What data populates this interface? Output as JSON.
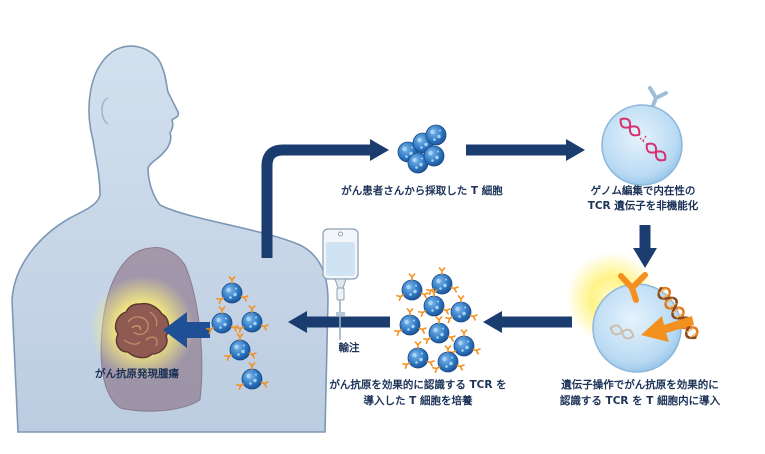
{
  "labels": {
    "collected_cells": "がん患者さんから採取した T 細胞",
    "genome_edit": [
      "ゲノム編集で内在性の",
      "TCR 遺伝子を非機能化"
    ],
    "gene_transfer": [
      "遺伝子操作でがん抗原を効果的に",
      "認識する TCR を T 細胞内に導入"
    ],
    "culture": [
      "がん抗原を効果的に認識する TCR を",
      "導入した T 細胞を培養"
    ],
    "infusion": "輸注",
    "tumor": "がん抗原発現腫瘍"
  },
  "colors": {
    "body": "#c9d8e8",
    "body_outline": "#7d98b6",
    "flow_arrow": "#1b3c6e",
    "t_cell": "#2f79c4",
    "receptor": "#f3901e",
    "lung": "#7d5a6d",
    "tumor_glow": "#fff27a"
  }
}
